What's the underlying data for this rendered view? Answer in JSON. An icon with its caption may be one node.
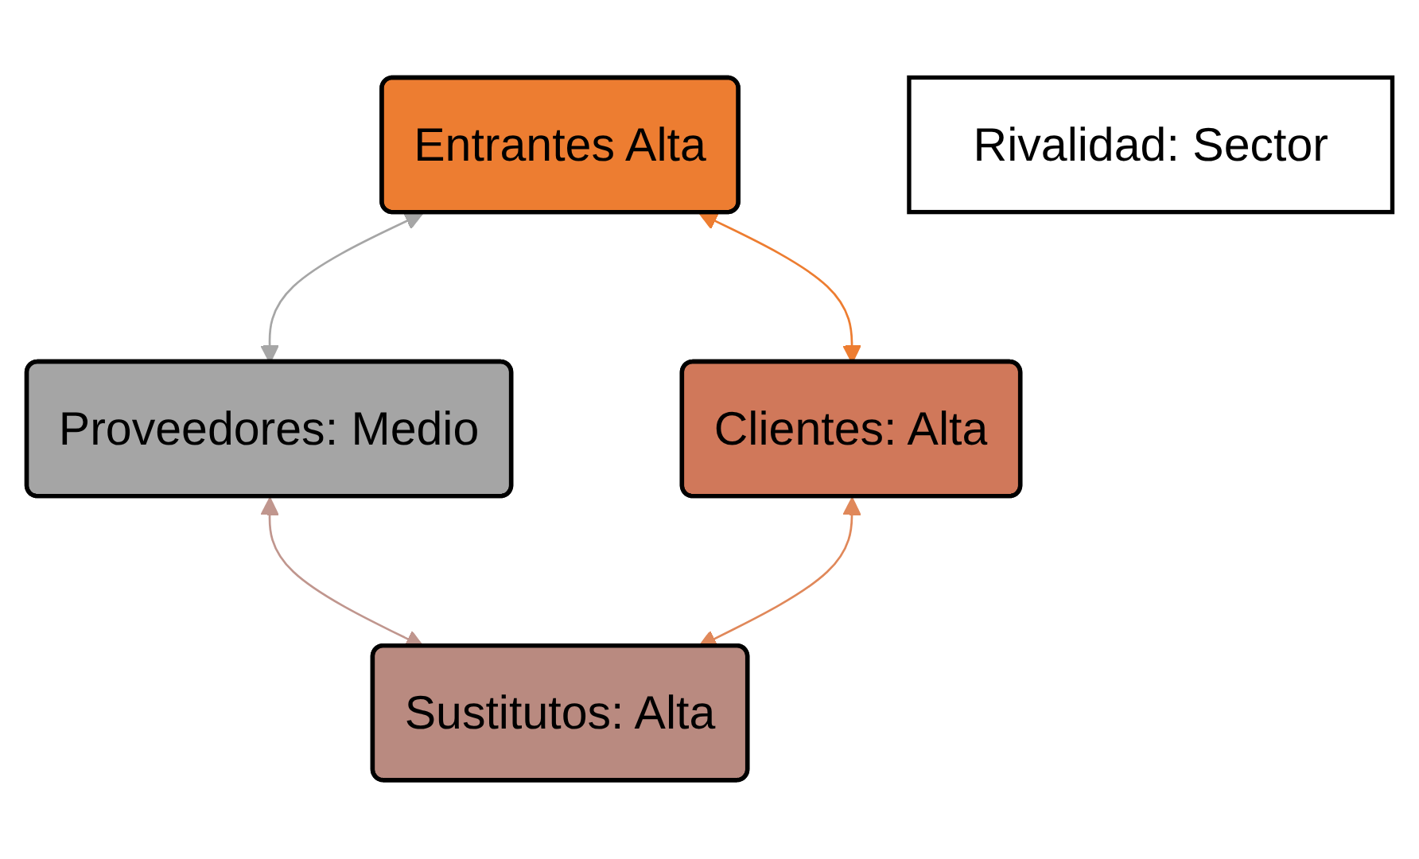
{
  "diagram": {
    "nodes": [
      {
        "text": [
          "Entrantes Alta"
        ]
      },
      {
        "text": [
          "Proveedores: Medio"
        ]
      },
      {
        "text": [
          "Rivalidad: Sector"
        ]
      },
      {
        "text": [
          "Clientes: Alta"
        ]
      },
      {
        "text": [
          "Sustitutos: Alta"
        ]
      }
    ],
    "edges": [
      {
        "from": 0,
        "to": 1,
        "arrow": "both",
        "color": "#a6a6a6"
      },
      {
        "from": 0,
        "to": 3,
        "arrow": "both",
        "color": "#ed7d31"
      },
      {
        "from": 1,
        "to": 4,
        "arrow": "both",
        "color": "#c0968e"
      },
      {
        "from": 3,
        "to": 4,
        "arrow": "both",
        "color": "#e0885a"
      }
    ]
  }
}
